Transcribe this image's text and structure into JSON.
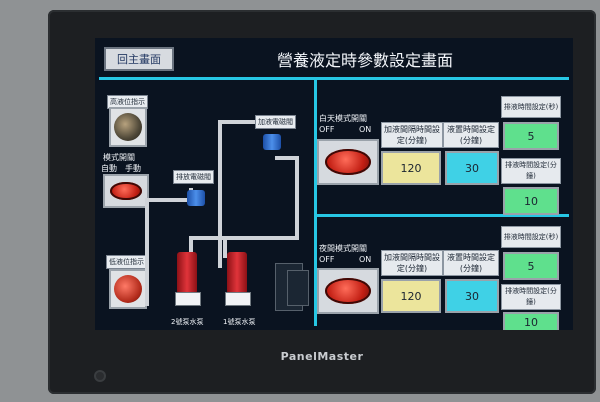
{
  "device": {
    "brand": "PanelMaster"
  },
  "header": {
    "home_button": "回主畫面",
    "title": "營養液定時參數設定畫面"
  },
  "left": {
    "high_level_tag": "高液位指示",
    "low_level_tag": "低液位指示",
    "mode_switch_title": "模式開關",
    "mode_auto": "自動",
    "mode_manual": "手動",
    "solenoid_supply": "加液電磁閥",
    "solenoid_drain": "排放電磁閥",
    "pump2_label": "2號泵水泵",
    "pump1_label": "1號泵水泵"
  },
  "day": {
    "mode_title": "白天模式開關",
    "off": "OFF",
    "on": "ON",
    "add_interval_label": "加液間隔時間設定(分鐘)",
    "add_interval_value": "120",
    "drain_setting_label": "液置時間設定(分鐘)",
    "drain_setting_value": "30",
    "drain_time1_label": "排液時間設定(秒)",
    "drain_time1_value": "5",
    "drain_time2_label": "排液時間設定(分鐘)",
    "drain_time2_value": "10"
  },
  "night": {
    "mode_title": "夜間模式開關",
    "off": "OFF",
    "on": "ON",
    "add_interval_label": "加液間隔時間設定(分鐘)",
    "add_interval_value": "120",
    "drain_setting_label": "液置時間設定(分鐘)",
    "drain_setting_value": "30",
    "drain_time1_label": "排液時間設定(秒)",
    "drain_time1_value": "5",
    "drain_time2_label": "排液時間設定(分鐘)",
    "drain_time2_value": "10"
  },
  "colors": {
    "accent": "#27c7e4",
    "background": "#0a1320",
    "input_yellow": "#ece59c",
    "input_cyan": "#3fd1e6",
    "input_green": "#5fe08d"
  }
}
